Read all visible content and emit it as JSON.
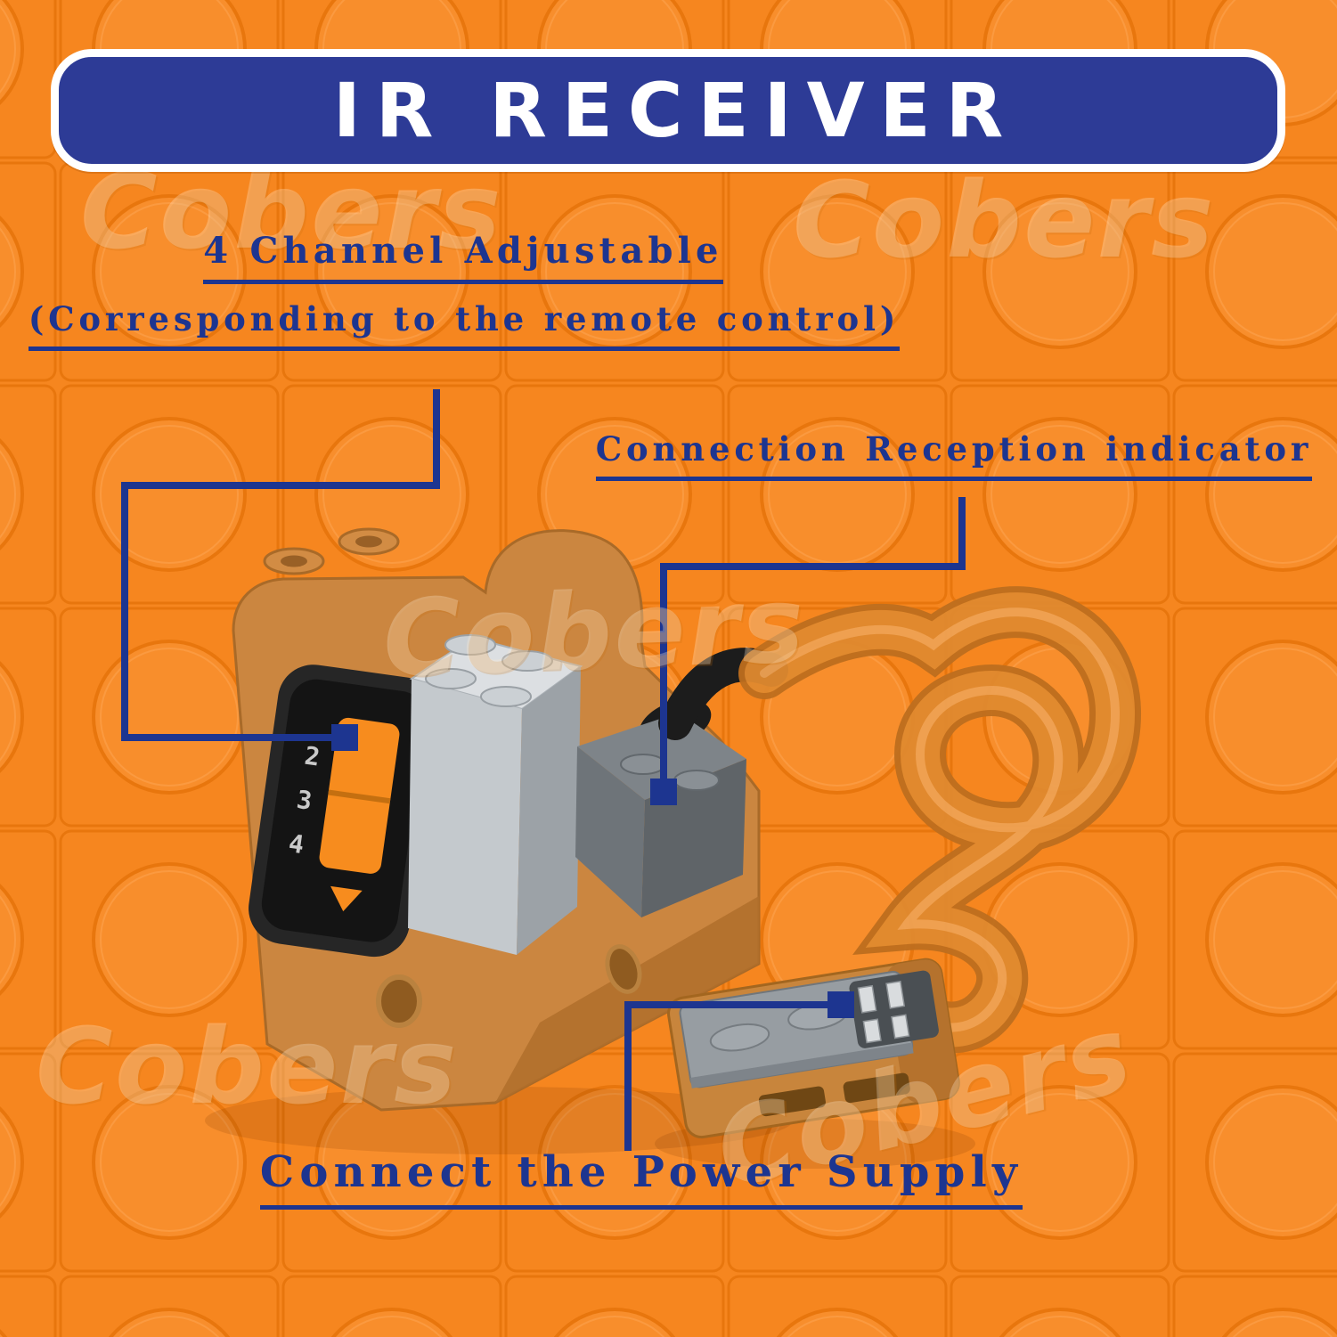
{
  "banner": {
    "title": "IR RECEIVER"
  },
  "annotations": {
    "channel_line1": "4 Channel Adjustable",
    "channel_line2": "(Corresponding to the remote control)",
    "reception": "Connection Reception indicator",
    "power": "Connect the Power Supply"
  },
  "product": {
    "description": "IR receiver brick module with channel selector switch, reception indicator connector, coiled ribbon cable and power-supply connector plug",
    "switch_digits": [
      "2",
      "3",
      "4"
    ]
  },
  "watermark": {
    "text": "Cobers"
  },
  "colors": {
    "background_orange": "#F6861F",
    "tile_line_orange": "#E8760D",
    "banner_blue": "#2D3B96",
    "banner_border": "#FFFFFF",
    "annotation_blue": "#1D3590",
    "product_tan": "#CB8640",
    "product_gray": "#C4C9CD",
    "dark_panel": "#141414",
    "switch_orange": "#F78C1E",
    "cable_orange": "#E08A2F"
  }
}
